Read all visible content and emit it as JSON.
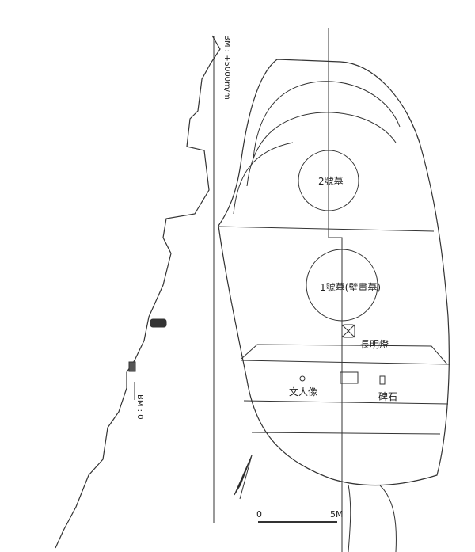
{
  "labels": {
    "bm_top": "BM : +5000m/m",
    "bm_zero": "BM : 0",
    "tomb2": "2號墓",
    "tomb1": "1號墓(壁畫墓)",
    "lamp": "長明燈",
    "statue": "文人像",
    "stele": "碑石",
    "scale_zero": "0",
    "scale_five": "5M"
  }
}
